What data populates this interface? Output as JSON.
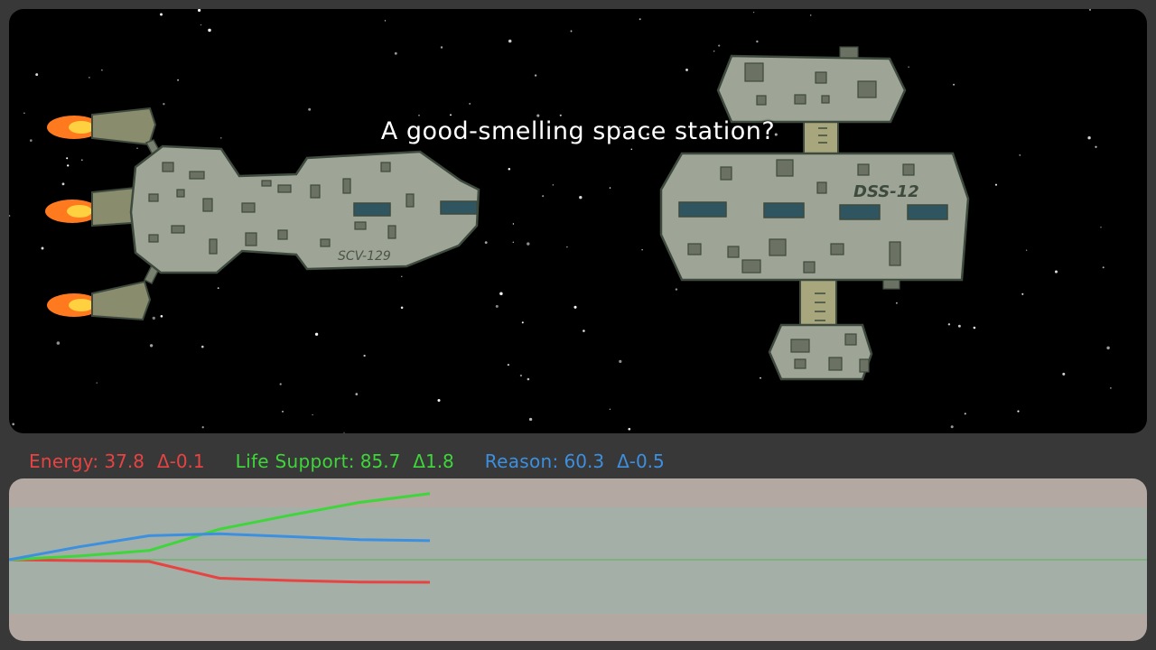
{
  "scene": {
    "caption": "A good-smelling space station?",
    "ship_label": "SCV-129",
    "station_label": "DSS-12"
  },
  "stats": {
    "energy": {
      "name": "Energy:",
      "value": "37.8",
      "delta": "Δ-0.1",
      "color": "#e84343"
    },
    "life_support": {
      "name": "Life Support:",
      "value": "85.7",
      "delta": "Δ1.8",
      "color": "#3ed63a"
    },
    "reason": {
      "name": "Reason:",
      "value": "60.3",
      "delta": "Δ-0.5",
      "color": "#3d8fe0"
    }
  },
  "colors": {
    "ship_hull": "#9ea596",
    "ship_outline": "#3d4a3d",
    "window": "#2e5560",
    "engine_flame": "#ff7a1e",
    "graph_bg": "#b3a8a2",
    "graph_band": "#a4b0a7",
    "baseline": "#5ab05a"
  },
  "chart_data": {
    "type": "line",
    "x": [
      0,
      1,
      2,
      3,
      4,
      5,
      6
    ],
    "series": [
      {
        "name": "Energy",
        "color": "#e84343",
        "values": [
          50,
          49.5,
          49.0,
          40.0,
          38.8,
          37.9,
          37.8
        ]
      },
      {
        "name": "Life Support",
        "color": "#3ed63a",
        "values": [
          50,
          52.0,
          55.0,
          66.5,
          74.0,
          81.0,
          85.7
        ]
      },
      {
        "name": "Reason",
        "color": "#3d8fe0",
        "values": [
          50,
          57.0,
          63.0,
          64.0,
          62.5,
          60.9,
          60.3
        ]
      }
    ],
    "ylim": [
      0,
      100
    ]
  }
}
